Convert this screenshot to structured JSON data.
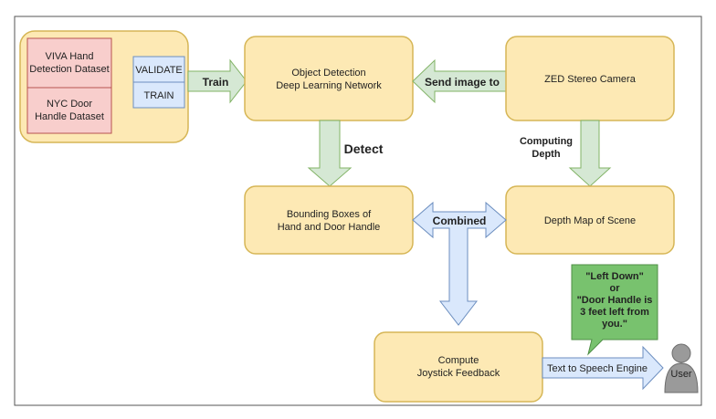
{
  "datasets": {
    "viva_line1": "VIVA Hand",
    "viva_line2": "Detection Dataset",
    "nyc_line1": "NYC Door",
    "nyc_line2": "Handle Dataset",
    "validate": "VALIDATE",
    "train": "TRAIN"
  },
  "nodes": {
    "object_detection_line1": "Object Detection",
    "object_detection_line2": "Deep Learning Network",
    "zed_camera": "ZED Stereo Camera",
    "bounding_line1": "Bounding Boxes of",
    "bounding_line2": "Hand and Door Handle",
    "depth_map": "Depth Map of Scene",
    "compute_line1": "Compute",
    "compute_line2": "Joystick Feedback"
  },
  "edges": {
    "train": "Train",
    "send_image": "Send image to",
    "detect": "Detect",
    "computing_line1": "Computing",
    "computing_line2": "Depth",
    "combined": "Combined",
    "tts": "Text to Speech Engine"
  },
  "speech": {
    "line1": "\"Left Down\"",
    "line2": "or",
    "line3": "\"Door Handle is",
    "line4": "3 feet left from",
    "line5": "you.\""
  },
  "user": {
    "label": "User"
  },
  "colors": {
    "node_fill": "#fde9b4",
    "node_stroke": "#d6b656",
    "dataset_fill": "#f8cecc",
    "dataset_stroke": "#b85450",
    "split_fill": "#dae8fc",
    "split_stroke": "#6c8ebf",
    "green_arrow": "#d5e8d4",
    "green_stroke": "#82b366",
    "blue_arrow": "#dae8fc",
    "blue_stroke": "#6c8ebf",
    "speech_fill": "#78c26e",
    "user_fill": "#9a9a9a"
  }
}
